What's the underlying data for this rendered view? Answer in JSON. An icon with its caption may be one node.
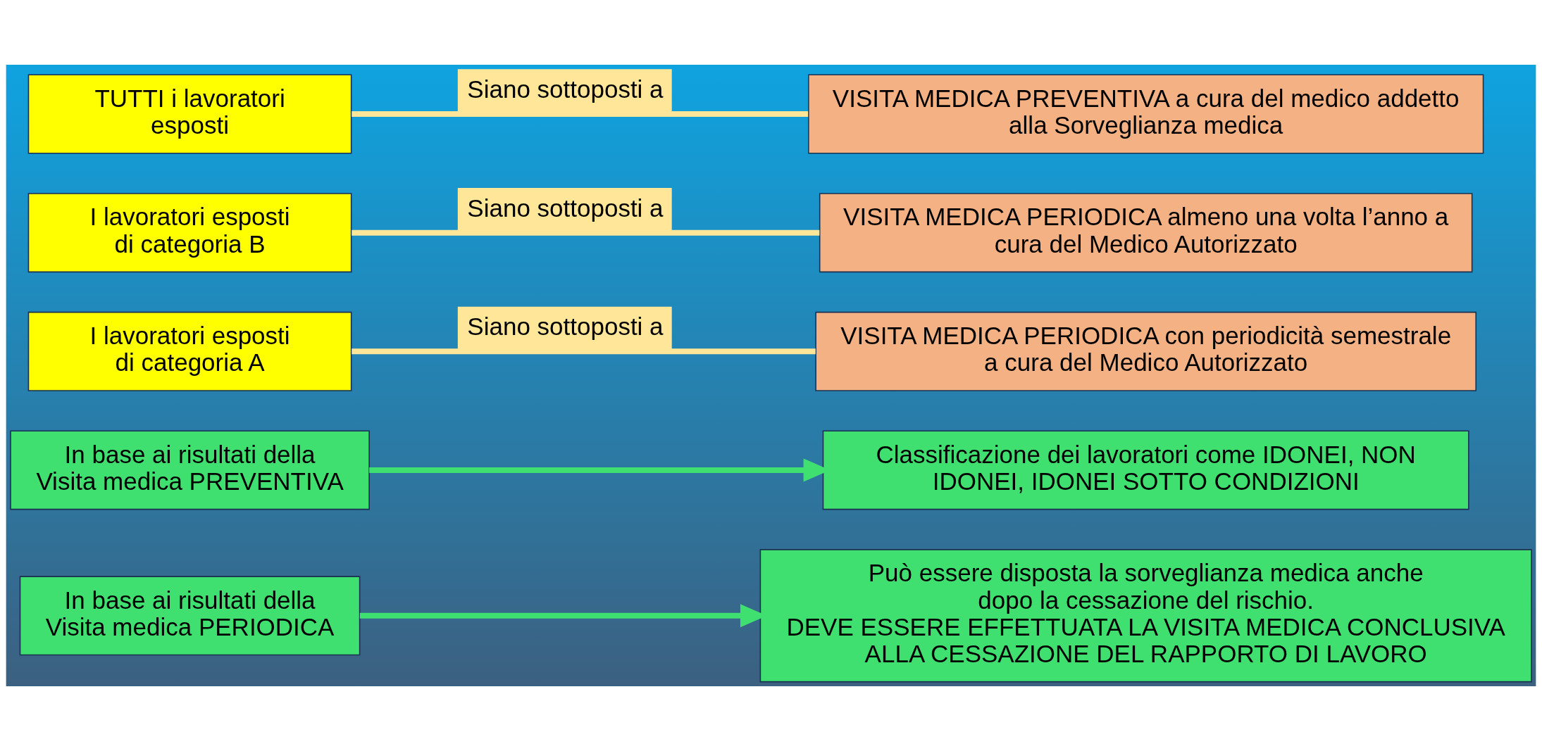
{
  "diagram": {
    "nodes": [
      {
        "text": [
          "TUTTI i lavoratori esposti"
        ]
      },
      {
        "text": [
          "VISITA MEDICA PREVENTIVA a cura del medico addetto alla Sorveglianza medica"
        ]
      },
      {
        "text": [
          "I lavoratori esposti di categoria B"
        ]
      },
      {
        "text": [
          "VISITA MEDICA PERIODICA almeno una volta l’anno a cura del Medico Autorizzato"
        ]
      },
      {
        "text": [
          "I lavoratori esposti di categoria A"
        ]
      },
      {
        "text": [
          "VISITA MEDICA PERIODICA con periodicità semestrale a cura del Medico Autorizzato"
        ]
      },
      {
        "text": [
          "In base ai risultati della Visita medica PREVENTIVA"
        ]
      },
      {
        "text": [
          "Classificazione dei lavoratori come IDONEI, NON IDONEI, IDONEI SOTTO CONDIZIONI"
        ]
      },
      {
        "text": [
          "In base ai risultati della Visita medica PERIODICA"
        ]
      },
      {
        "text": [
          "Può essere disposta la sorveglianza medica anche dopo la cessazione del rischio.",
          "DEVE ESSERE EFFETTUATA LA VISITA MEDICA CONCLUSIVA ALLA CESSAZIONE DEL RAPPORTO DI LAVORO"
        ]
      }
    ],
    "edges": [
      {
        "from": 0,
        "to": 1,
        "arrow": "none",
        "label": "Siano sottoposti a",
        "color": "#ffe699"
      },
      {
        "from": 2,
        "to": 3,
        "arrow": "none",
        "label": "Siano sottoposti a",
        "color": "#ffe699"
      },
      {
        "from": 4,
        "to": 5,
        "arrow": "none",
        "label": "Siano sottoposti a",
        "color": "#ffe699"
      },
      {
        "from": 6,
        "to": 7,
        "arrow": "to",
        "color": "#40e070"
      },
      {
        "from": 8,
        "to": 9,
        "arrow": "to",
        "color": "#40e070"
      }
    ]
  }
}
